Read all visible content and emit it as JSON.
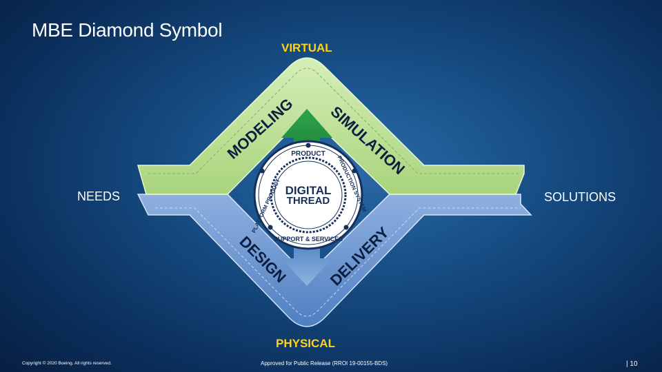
{
  "title": "MBE Diamond Symbol",
  "labels": {
    "virtual": "VIRTUAL",
    "physical": "PHYSICAL",
    "needs": "NEEDS",
    "solutions": "SOLUTIONS"
  },
  "bands": {
    "modeling": "MODELING",
    "simulation": "SIMULATION",
    "design": "DESIGN",
    "delivery": "DELIVERY"
  },
  "seal": {
    "center_line1": "DIGITAL",
    "center_line2": "THREAD",
    "ring_top": "PRODUCT",
    "ring_left": "PLATFORM PRODUCT",
    "ring_right": "PRODUCTION SYSTEM",
    "ring_bottom": "SUPPORT & SERVICES"
  },
  "footer": {
    "copyright": "Copyright © 2020 Boeing. All rights reserved.",
    "release": "Approved for Public Release (RROI 19-00155-BDS)",
    "page": "| 10"
  },
  "colors": {
    "virtual_band": "#b8dd8f",
    "physical_band": "#6f95cf",
    "arrow_up": "#1f8a3c",
    "arrow_down": "#5f93d0",
    "accent_label": "#ffd21a"
  }
}
